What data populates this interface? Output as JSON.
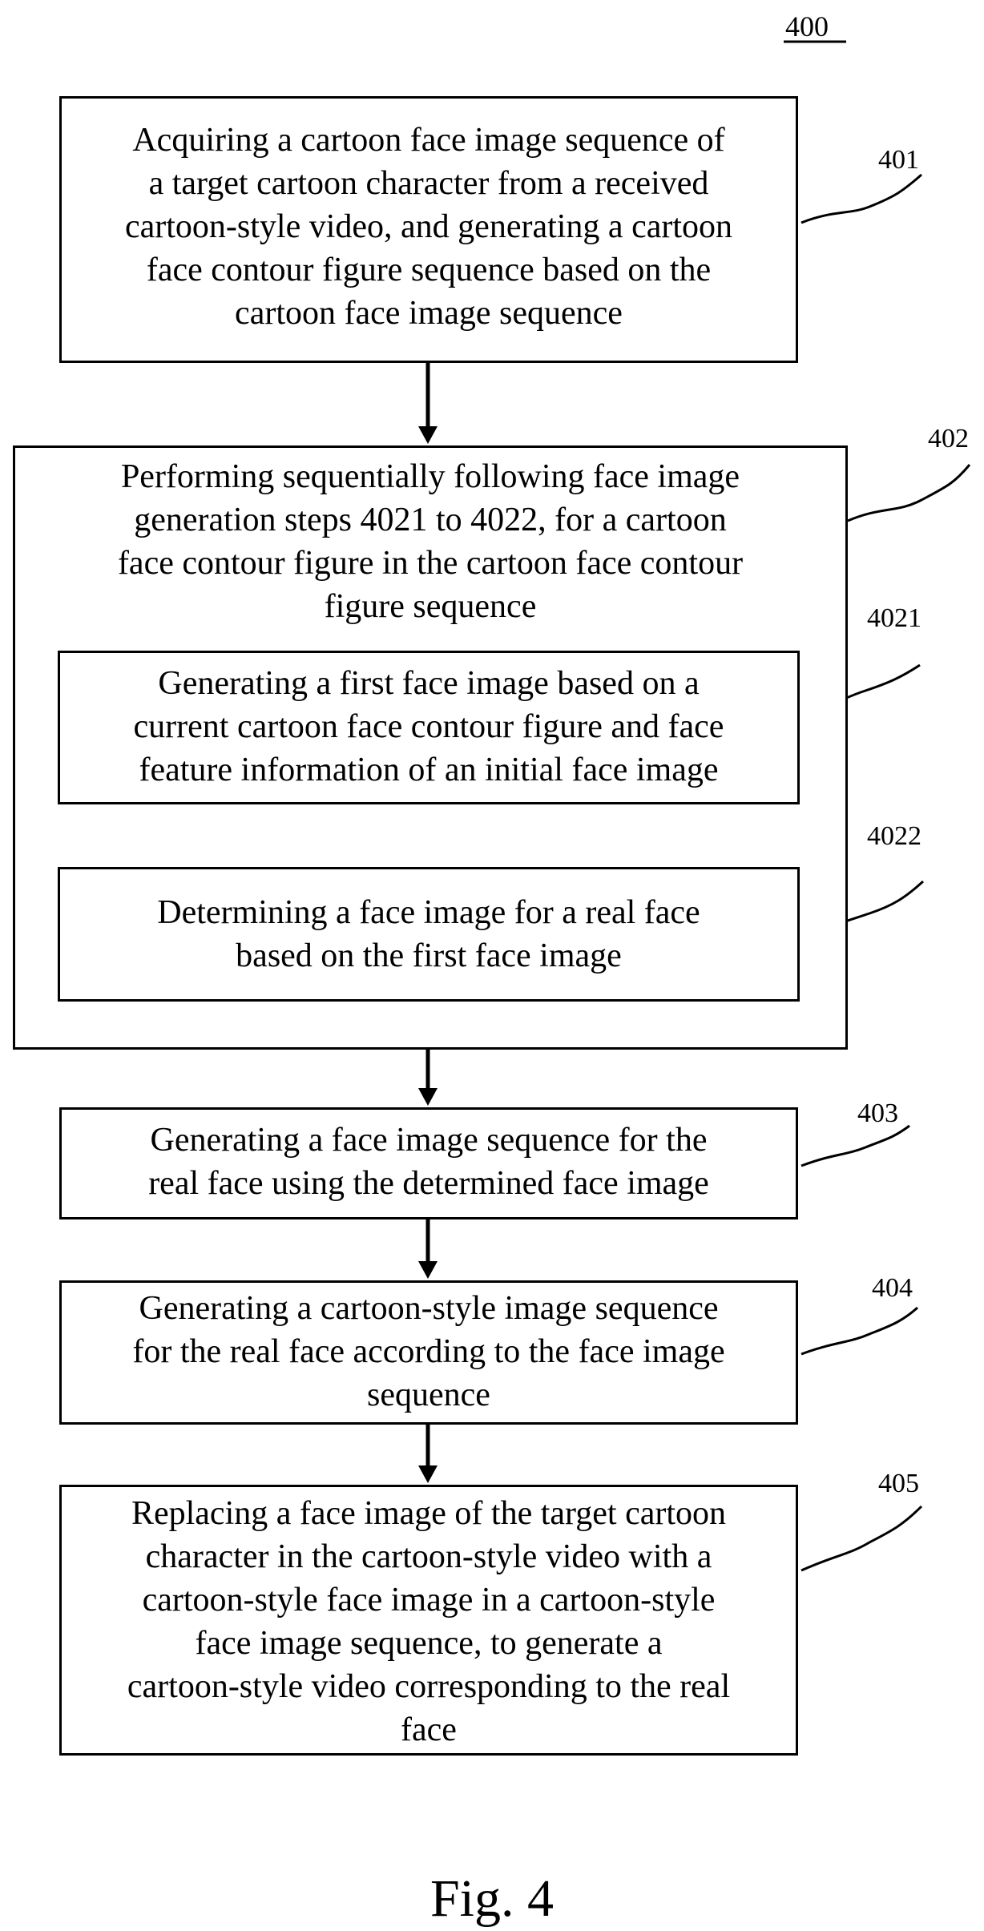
{
  "figure_number": "400",
  "caption": "Fig. 4",
  "steps": {
    "s401": {
      "ref": "401",
      "text": "Acquiring a cartoon face image sequence of\na target cartoon character from a received\ncartoon-style video, and generating a cartoon\nface contour figure sequence based on the\ncartoon face image sequence"
    },
    "s402": {
      "ref": "402",
      "text": "Performing sequentially following face image\ngeneration steps 4021 to 4022, for a cartoon\nface contour figure in the cartoon face contour\nfigure sequence"
    },
    "s4021": {
      "ref": "4021",
      "text": "Generating a first face image based on a\ncurrent cartoon face contour figure and face\nfeature information of an initial face image"
    },
    "s4022": {
      "ref": "4022",
      "text": "Determining a face image for a real face\nbased on the first face image"
    },
    "s403": {
      "ref": "403",
      "text": "Generating a face image sequence for the\nreal face using the determined face image"
    },
    "s404": {
      "ref": "404",
      "text": "Generating a cartoon-style image sequence\nfor the real face according to the face image\nsequence"
    },
    "s405": {
      "ref": "405",
      "text": "Replacing a face image of the target cartoon\ncharacter in the cartoon-style video with a\ncartoon-style face image in a cartoon-style\nface image sequence, to generate a\ncartoon-style video corresponding to the real\nface"
    }
  }
}
